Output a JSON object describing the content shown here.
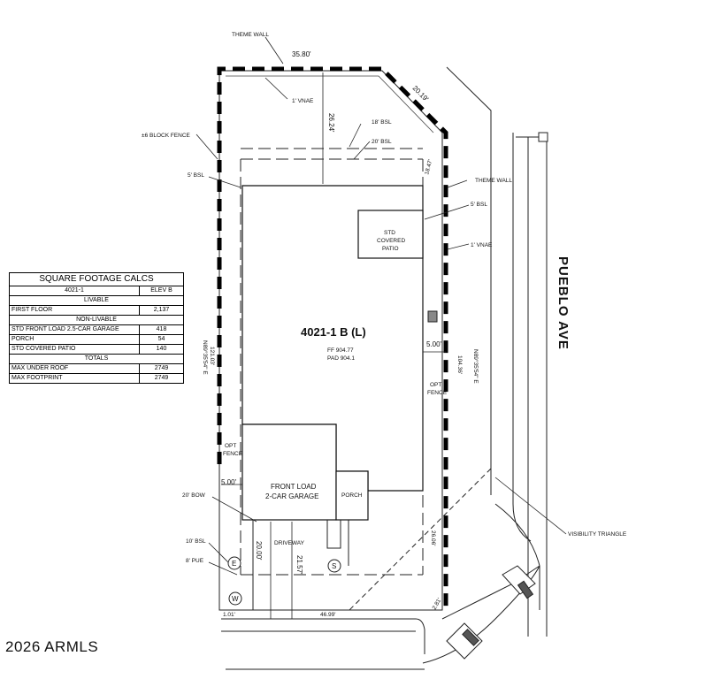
{
  "copyright": "2026 ARMLS",
  "lot": {
    "id": "4021-1 B (L)",
    "ff": "FF 904.77",
    "pad": "PAD 904.1"
  },
  "labels": {
    "theme_wall_top": "THEME WALL",
    "theme_wall_right": "THEME WALL",
    "block_fence": "±6 BLOCK FENCE",
    "bsl_5_left": "5' BSL",
    "bsl_5_right": "5' BSL",
    "vnae_top": "1' VNAE",
    "vnae_right": "1' VNAE",
    "bsl_18": "18' BSL",
    "bsl_20": "20' BSL",
    "std_covered_patio": [
      "STD",
      "COVERED",
      "PATIO"
    ],
    "garage": [
      "FRONT LOAD",
      "2-CAR GARAGE"
    ],
    "porch": "PORCH",
    "driveway": "DRIVEWAY",
    "opt_fence_left": [
      "OPT",
      "FENCE"
    ],
    "opt_fence_right": [
      "OPT",
      "FENCE"
    ],
    "bow_20": "20' BOW",
    "bsl_10": "10' BSL",
    "pue_8": "8' PUE",
    "visibility_triangle": "VISIBILITY TRIANGLE",
    "road": "PUEBLO AVE"
  },
  "dimensions": {
    "top": "35.80'",
    "diag": "20.19'",
    "depth_top": "26.24'",
    "corner": "18.47'",
    "left_bearing": "N89°35'54\" E",
    "left_len": "121.03'",
    "right_bearing": "N89°35'54\" E",
    "right_len": "104.36'",
    "side_right": "5.00'",
    "side_left": "5.00'",
    "drive_20": "20.00'",
    "drive_21": "21.57'",
    "diag_bottom": "26.06'",
    "bottom": "46.99'",
    "bottom_left": "1.01'",
    "bottom_right": "2.81'"
  },
  "markers": {
    "e": "E",
    "s": "S",
    "w": "W"
  },
  "table": {
    "title": "SQUARE FOOTAGE CALCS",
    "plan": "4021-1",
    "elev": "ELEV B",
    "livable_header": "LIVABLE",
    "rows_livable": [
      {
        "label": "FIRST FLOOR",
        "value": "2,137"
      }
    ],
    "nonlivable_header": "NON-LIVABLE",
    "rows_nonlivable": [
      {
        "label": "STD FRONT LOAD 2.5-CAR GARAGE",
        "value": "418"
      },
      {
        "label": "PORCH",
        "value": "54"
      },
      {
        "label": "STD COVERED PATIO",
        "value": "140"
      }
    ],
    "totals_header": "TOTALS",
    "rows_totals": [
      {
        "label": "MAX UNDER ROOF",
        "value": "2749"
      },
      {
        "label": "MAX FOOTPRINT",
        "value": "2749"
      }
    ]
  }
}
